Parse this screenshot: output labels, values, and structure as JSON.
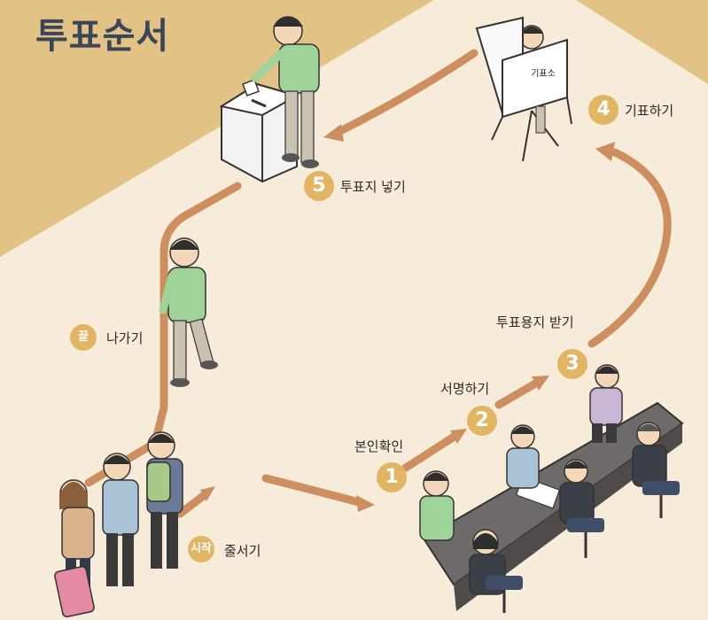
{
  "title": "투표순서",
  "booth_sign": "기표소",
  "steps": [
    {
      "badge": "시작",
      "label": "줄서기"
    },
    {
      "badge": "1",
      "label": "본인확인"
    },
    {
      "badge": "2",
      "label": "서명하기"
    },
    {
      "badge": "3",
      "label": "투표용지 받기"
    },
    {
      "badge": "4",
      "label": "기표하기"
    },
    {
      "badge": "5",
      "label": "투표지 넣기"
    },
    {
      "badge": "끝",
      "label": "나가기"
    }
  ],
  "colors": {
    "background": "#f7ecd9",
    "triangle": "#e3c285",
    "arrow": "#cd8f5f",
    "badge": "#e2b565",
    "title": "#3b4656"
  }
}
